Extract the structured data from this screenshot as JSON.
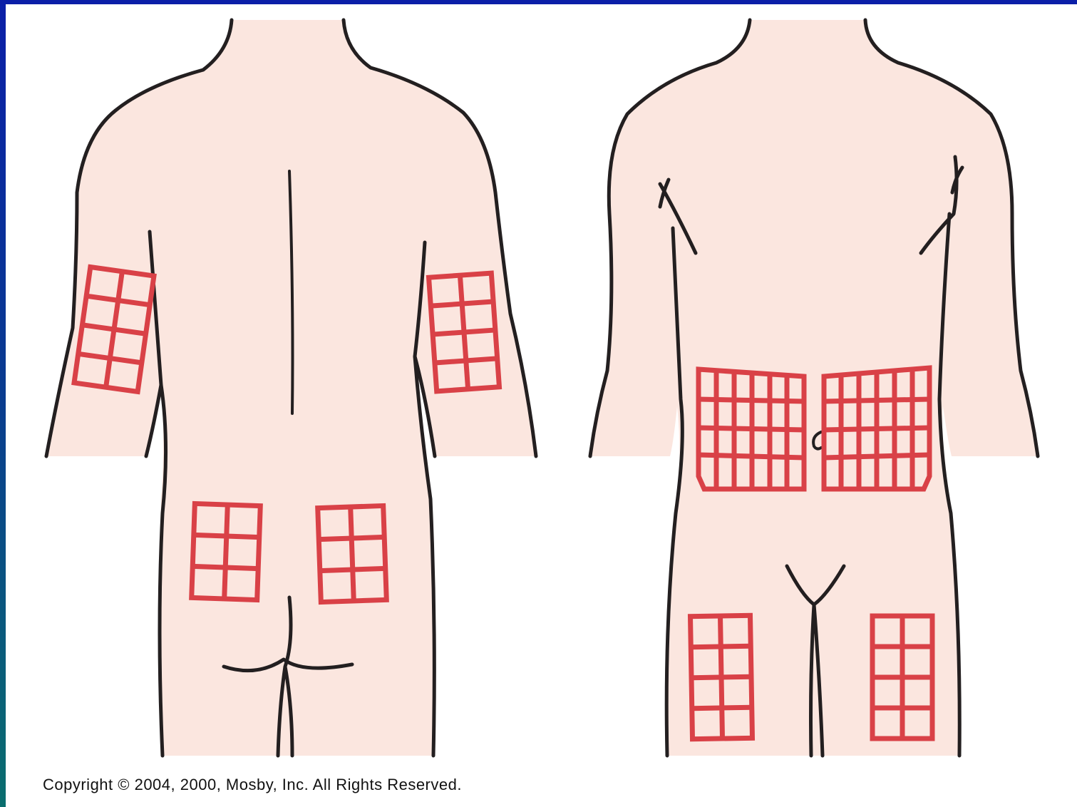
{
  "copyright": "Copyright © 2004, 2000, Mosby, Inc. All Rights Reserved.",
  "colors": {
    "slide_border": "#0b1fa8",
    "skin": "#fbe6df",
    "outline": "#231f20",
    "injection_grid": "#d94147"
  },
  "figures": {
    "back_view": {
      "injection_sites": [
        "left-upper-arm",
        "right-upper-arm",
        "left-buttock",
        "right-buttock"
      ]
    },
    "front_view": {
      "injection_sites": [
        "left-abdomen",
        "right-abdomen",
        "left-thigh",
        "right-thigh"
      ]
    }
  }
}
